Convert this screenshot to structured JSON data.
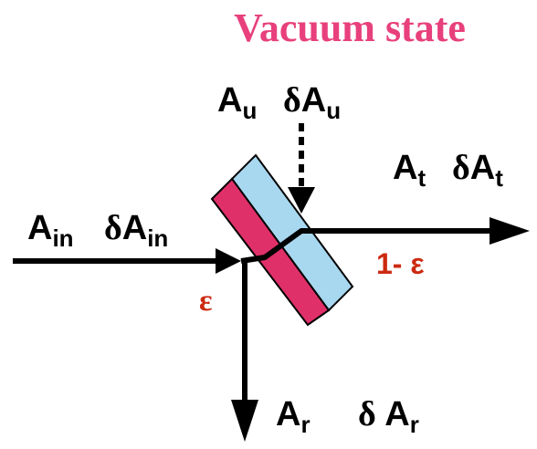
{
  "title": "Vacuum state",
  "colors": {
    "title": "#e8407c",
    "coefficient": "#cc2a10",
    "beam": "#000000",
    "glass": "#a8d8f0",
    "coating": "#e0306a"
  },
  "labels": {
    "input": {
      "amp": "A",
      "amp_sub": "in",
      "noise_prefix": "δ",
      "noise": "A",
      "noise_sub": "in"
    },
    "vacuum": {
      "amp": "A",
      "amp_sub": "u",
      "noise_prefix": "δ",
      "noise": "A",
      "noise_sub": "u"
    },
    "transmitted": {
      "amp": "A",
      "amp_sub": "t",
      "noise_prefix": "δ",
      "noise": "A",
      "noise_sub": "t"
    },
    "reflected": {
      "amp": "A",
      "amp_sub": "r",
      "noise_prefix": "δ ",
      "noise": "A",
      "noise_sub": "r"
    }
  },
  "coefficients": {
    "reflection": "ε",
    "transmission": "1- ε"
  }
}
